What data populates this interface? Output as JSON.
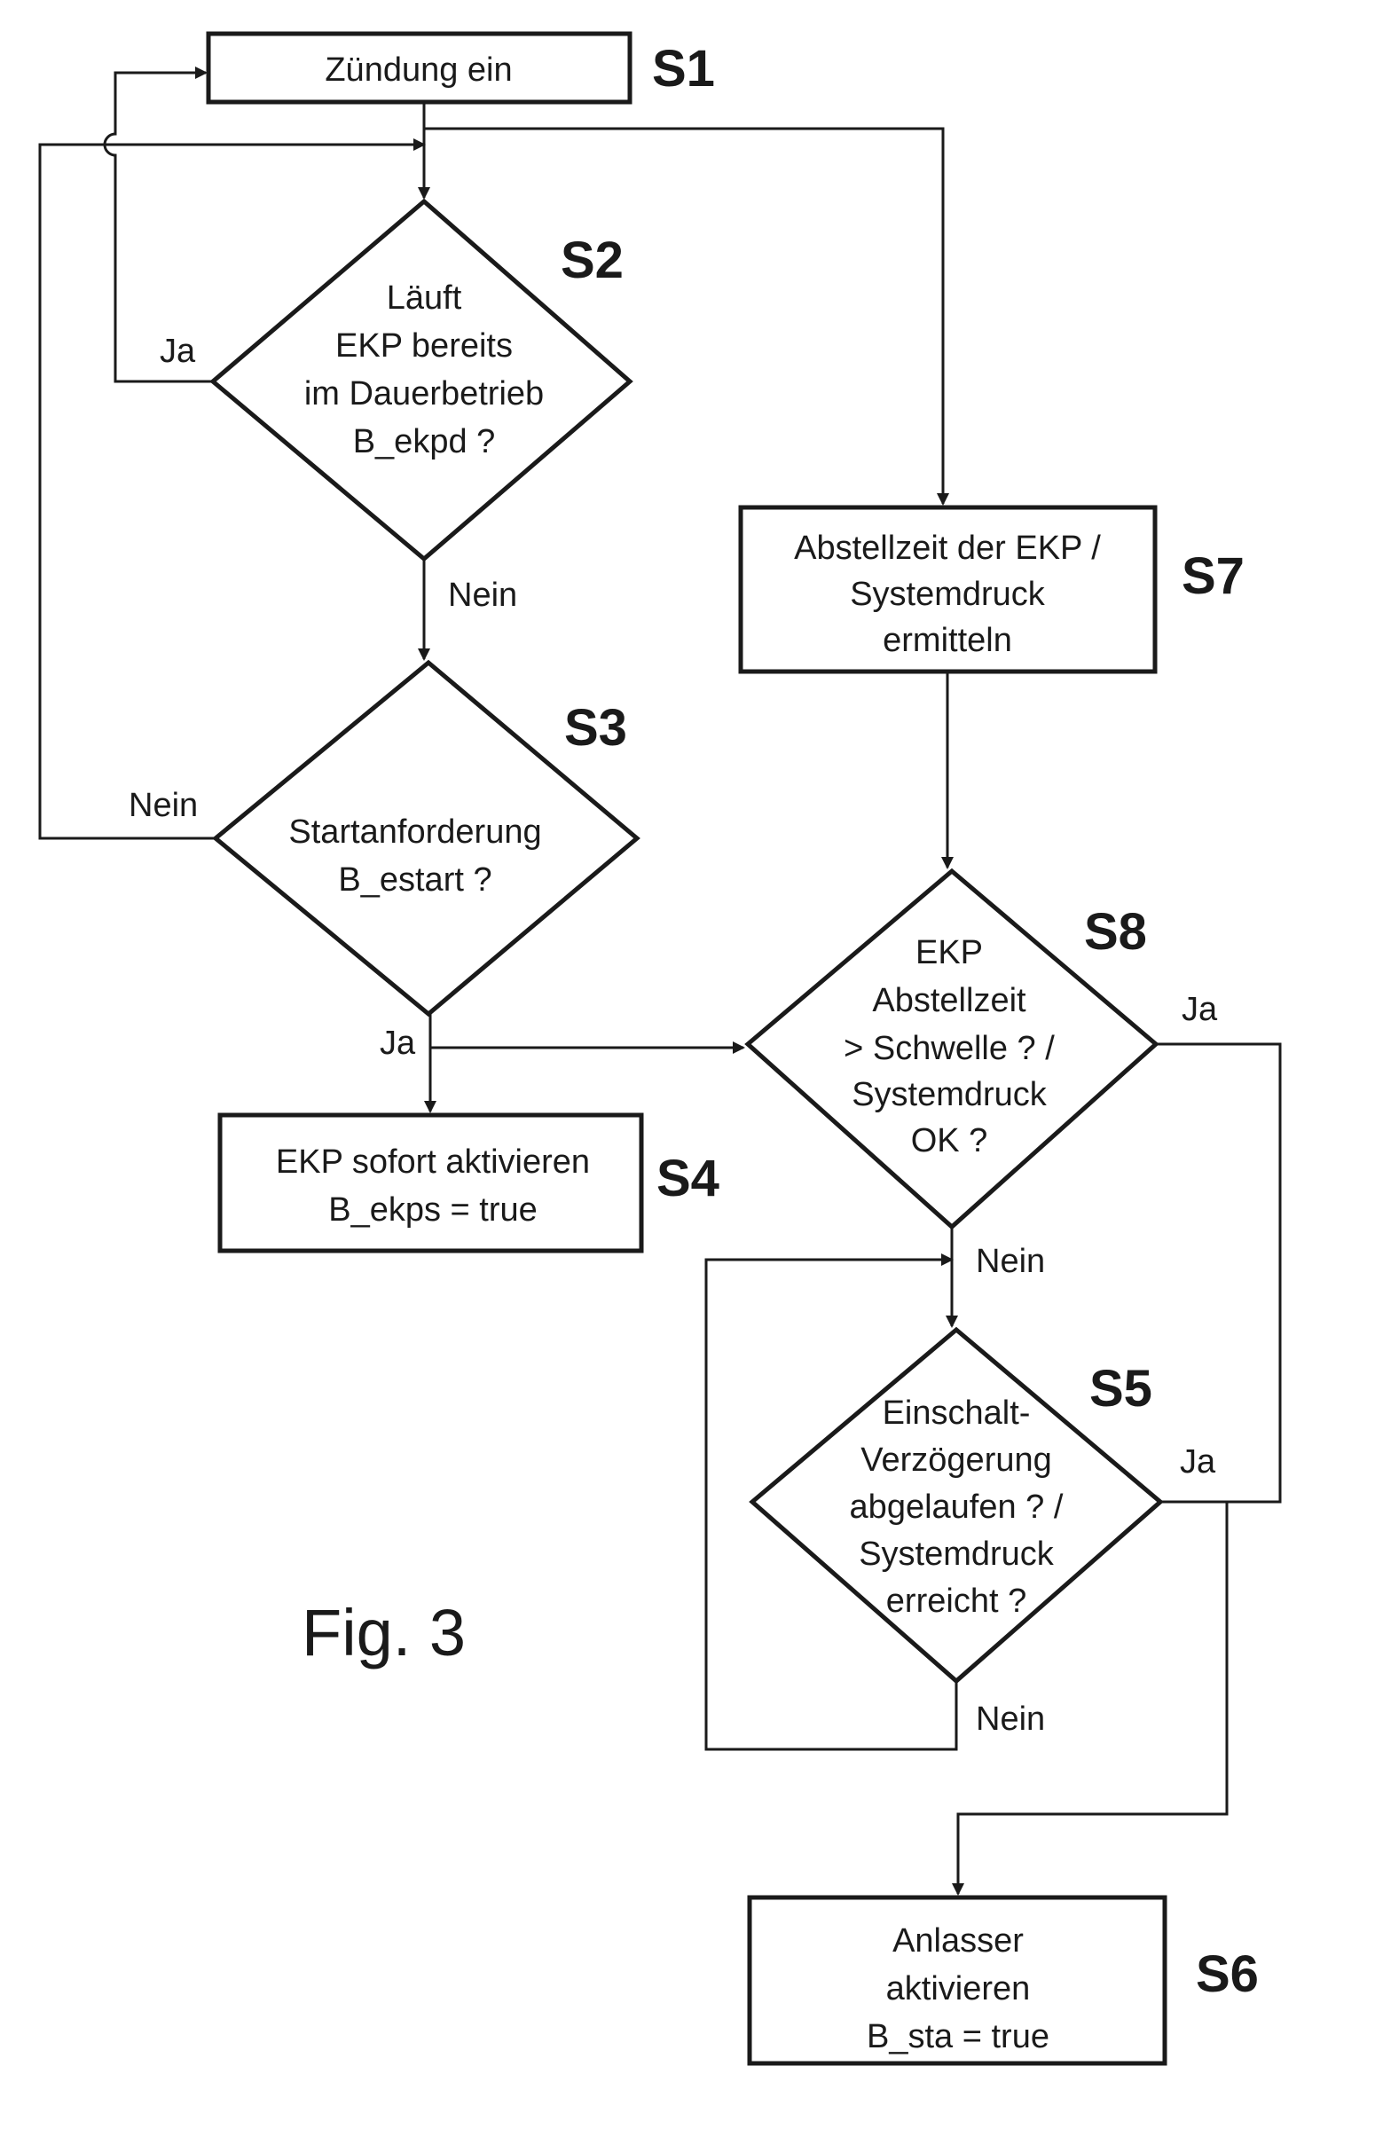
{
  "figure": {
    "label": "Fig. 3"
  },
  "nodes": {
    "s1": {
      "step": "S1",
      "lines": [
        "Zündung ein"
      ]
    },
    "s2": {
      "step": "S2",
      "lines": [
        "Läuft",
        "EKP bereits",
        "im Dauerbetrieb",
        "B_ekpd ?"
      ]
    },
    "s3": {
      "step": "S3",
      "lines": [
        "Startanforderung",
        "B_estart ?"
      ]
    },
    "s4": {
      "step": "S4",
      "lines": [
        "EKP sofort aktivieren",
        "B_ekps = true"
      ]
    },
    "s5": {
      "step": "S5",
      "lines": [
        "Einschalt-",
        "Verzögerung",
        "abgelaufen ? /",
        "Systemdruck",
        "erreicht ?"
      ]
    },
    "s6": {
      "step": "S6",
      "lines": [
        "Anlasser",
        "aktivieren",
        "B_sta = true"
      ]
    },
    "s7": {
      "step": "S7",
      "lines": [
        "Abstellzeit der EKP /",
        "Systemdruck",
        "ermitteln"
      ]
    },
    "s8": {
      "step": "S8",
      "lines": [
        "EKP",
        "Abstellzeit",
        "> Schwelle ? /",
        "Systemdruck",
        "OK ?"
      ]
    }
  },
  "edges": {
    "s2_yes": "Ja",
    "s2_no": "Nein",
    "s3_no": "Nein",
    "s3_yes": "Ja",
    "s8_yes": "Ja",
    "s8_no": "Nein",
    "s5_yes": "Ja",
    "s5_no": "Nein"
  }
}
